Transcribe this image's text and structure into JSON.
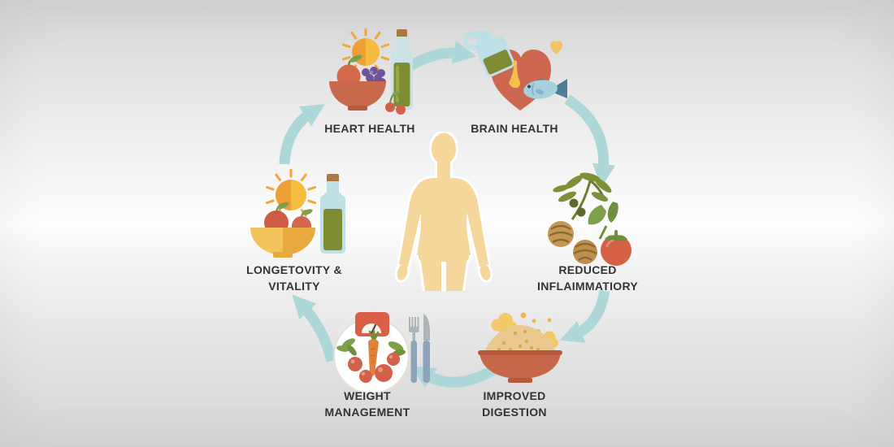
{
  "meta": {
    "type": "circular-benefits-infographic",
    "center_figure": "human-body-silhouette"
  },
  "palette": {
    "background_top": "#d4d4d4",
    "background_middle": "#fdfdfd",
    "background_bottom": "#d6d6d6",
    "arrow": "#aed7da",
    "label_text": "#333333",
    "body_silhouette": "#f5d79b",
    "terracotta": "#ce6750",
    "olive_green": "#7e8c33",
    "leaf_green": "#7fa04b",
    "golden_yellow": "#f2c05a",
    "glass_blue": "#c2e0e7",
    "cork_brown": "#a87943",
    "fish_blue": "#a8cfde",
    "grape_purple": "#6f5499",
    "walnut_brown": "#c49755"
  },
  "cycle": {
    "flow_order": [
      "heart-health",
      "brain-health",
      "reduced-inflammatory",
      "improved-digestion",
      "weight-management",
      "longevity-vitality"
    ],
    "nodes": [
      {
        "id": "heart-health",
        "label": "HEART HEALTH",
        "lines": [
          "HEART HEALTH"
        ],
        "icon": "fruit-bowl-sun-olive-oil-icon"
      },
      {
        "id": "brain-health",
        "label": "BRAIN HEALTH",
        "lines": [
          "BRAIN HEALTH"
        ],
        "icon": "oil-jug-heart-fish-icon"
      },
      {
        "id": "reduced-inflammatory",
        "label": "REDUCED INFLAIMMATIORY",
        "lines": [
          "REDUCED",
          "INFLAIMMATIORY"
        ],
        "icon": "olive-branch-walnuts-tomato-icon"
      },
      {
        "id": "improved-digestion",
        "label": "IMPROVED DIGESTION",
        "lines": [
          "IMPROVED",
          "DIGESTION"
        ],
        "icon": "grain-bowl-icon"
      },
      {
        "id": "weight-management",
        "label": "WEIGHT MANAGEMENT",
        "lines": [
          "WEIGHT",
          "MANAGEMENT"
        ],
        "icon": "veggie-plate-scale-cutlery-icon"
      },
      {
        "id": "longevity-vitality",
        "label": "LONGETOVITY & VITALITY",
        "lines": [
          "LONGETOVITY &",
          "VITALITY"
        ],
        "icon": "fruit-bowl-sun-bottle-icon"
      }
    ]
  }
}
